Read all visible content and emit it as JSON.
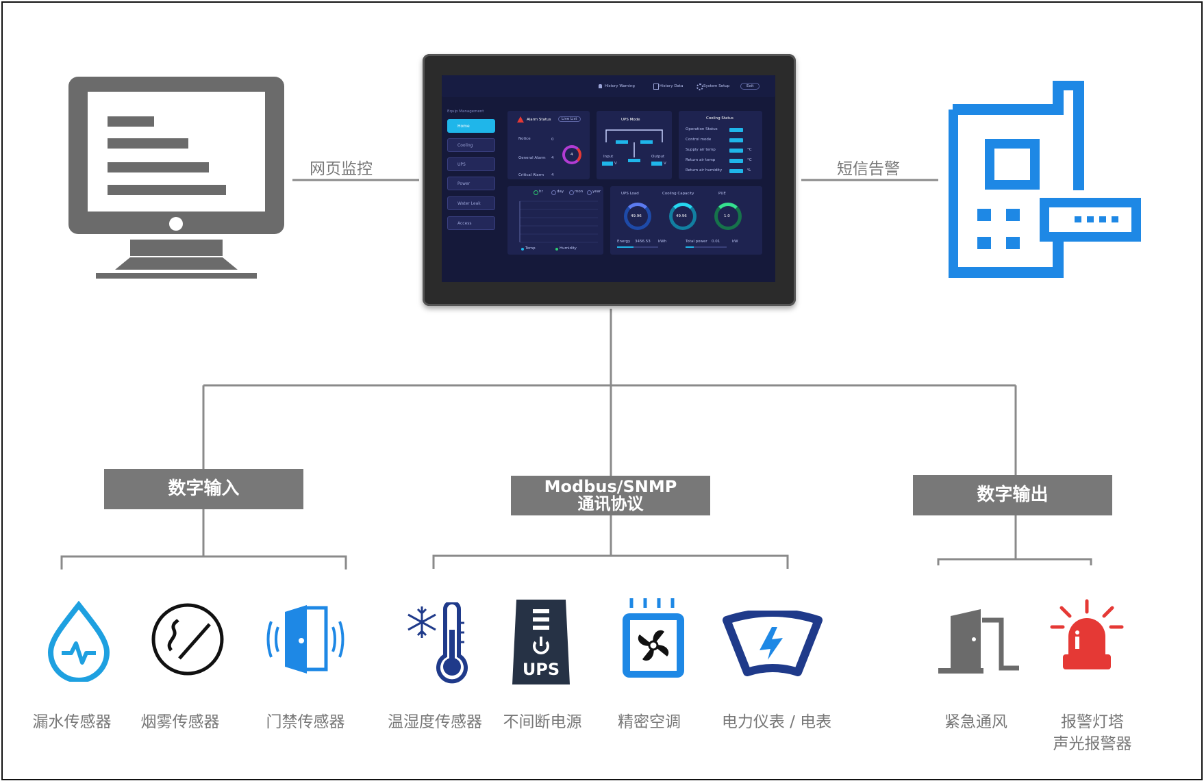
{
  "top_labels": {
    "web": "网页监控",
    "sms": "短信告警"
  },
  "boxes": {
    "digital_input": "数字输入",
    "protocol_line1": "Modbus/SNMP",
    "protocol_line2": "通讯协议",
    "digital_output": "数字输出"
  },
  "devices": {
    "water_leak": "漏水传感器",
    "smoke": "烟雾传感器",
    "door": "门禁传感器",
    "temp_humidity": "温湿度传感器",
    "ups_name": "不间断电源",
    "ups_icon_text": "UPS",
    "precision_ac": "精密空调",
    "power_meter": "电力仪表 / 电表",
    "ventilation": "紧急通风",
    "alarm_line1": "报警灯塔",
    "alarm_line2": "声光报警器"
  },
  "screen": {
    "header": {
      "history_warning": "History Warning",
      "history_data": "History Data",
      "system_setup": "System Setup",
      "exit": "Exit"
    },
    "sidebar_title": "Equip Management",
    "nav": [
      "Home",
      "Cooling",
      "UPS",
      "Power",
      "Water Leak",
      "Access"
    ],
    "alarm": {
      "title": "Alarm Status",
      "live_list": "Live List",
      "notice": "Notice",
      "notice_val": "0",
      "general": "General Alarm",
      "general_val": "4",
      "critical": "Critical Alarm",
      "critical_val": "4",
      "ring_val": "4"
    },
    "ups": {
      "title": "UPS Mode",
      "input": "Input",
      "output": "Output",
      "unit": "V"
    },
    "cooling": {
      "title": "Cooling Status",
      "rows": [
        {
          "label": "Operation Status",
          "unit": ""
        },
        {
          "label": "Control mode",
          "unit": ""
        },
        {
          "label": "Supply air temp",
          "unit": "°C"
        },
        {
          "label": "Return air temp",
          "unit": "°C"
        },
        {
          "label": "Return air humidity",
          "unit": "%"
        }
      ]
    },
    "trend": {
      "ranges": [
        "hr",
        "day",
        "mon",
        "year"
      ],
      "temp_legend": "Temp",
      "humidity_legend": "Humidity"
    },
    "gauges": {
      "ups_load": "UPS Load",
      "cooling_capacity": "Cooling Capacity",
      "pue": "PUE",
      "ups_val": "49.96",
      "cool_val": "49.96",
      "pue_val": "1.0",
      "energy": "Energy",
      "energy_val": "3456.53",
      "energy_unit": "kWh",
      "total_power": "Total power",
      "total_power_val": "0.01",
      "total_power_unit": "kW"
    }
  },
  "colors": {
    "connector": "#8a8a8a",
    "box": "#787878",
    "accent_blue": "#1e88e5",
    "dark_navy": "#1f3a8a",
    "alarm_red": "#e53935",
    "monitor_gray": "#6b6b6b"
  }
}
